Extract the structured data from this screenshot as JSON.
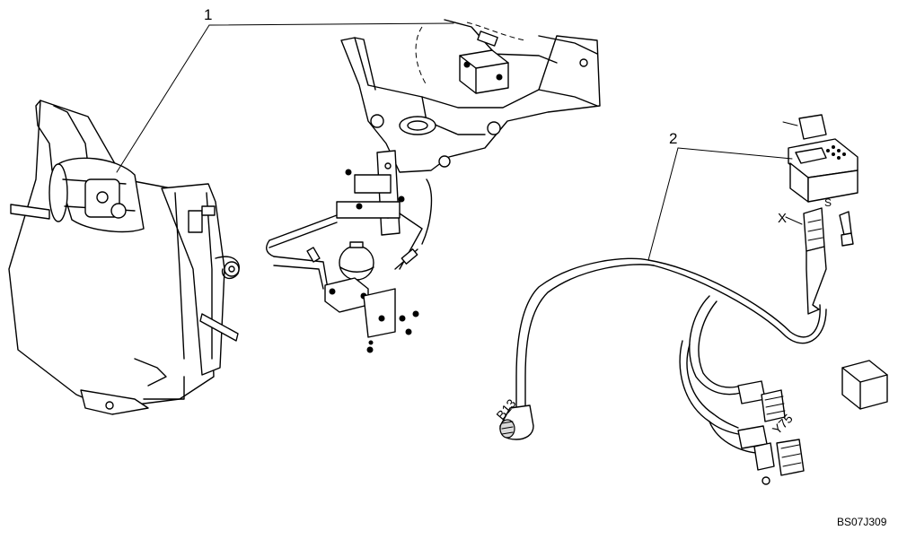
{
  "callouts": {
    "item_1": "1",
    "item_2": "2"
  },
  "labels": {
    "b13": "B13",
    "y75": "Y75",
    "x": "X",
    "s": "S"
  },
  "figure_code": "BS07J309"
}
